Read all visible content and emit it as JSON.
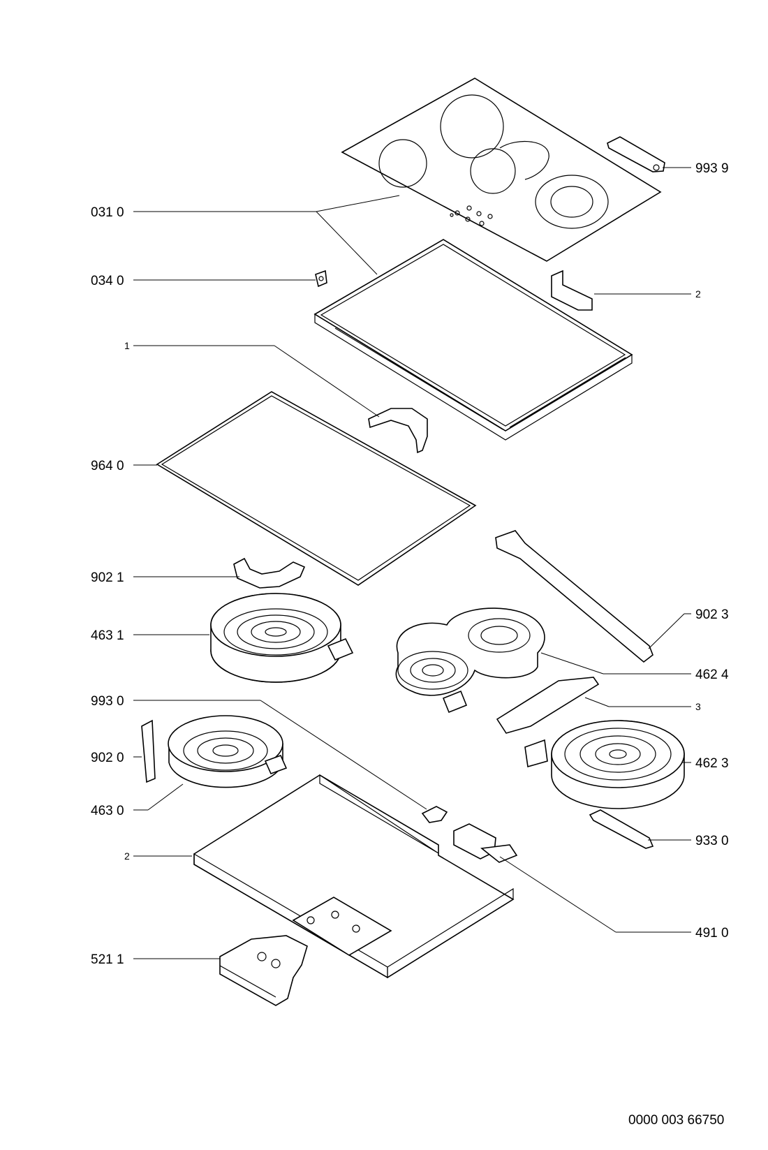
{
  "labels": {
    "l_031_0": "031 0",
    "l_034_0": "034 0",
    "l_1": "1",
    "l_964_0": "964 0",
    "l_902_1": "902 1",
    "l_463_1": "463 1",
    "l_993_0": "993 0",
    "l_902_0": "902 0",
    "l_463_0": "463 0",
    "l_2_left": "2",
    "l_521_1": "521 1",
    "l_993_9": "993 9",
    "l_2_right": "2",
    "l_902_3": "902 3",
    "l_462_4": "462 4",
    "l_3": "3",
    "l_462_3": "462 3",
    "l_933_0": "933 0",
    "l_491_0": "491 0"
  },
  "document_ref": "0000 003 66750"
}
